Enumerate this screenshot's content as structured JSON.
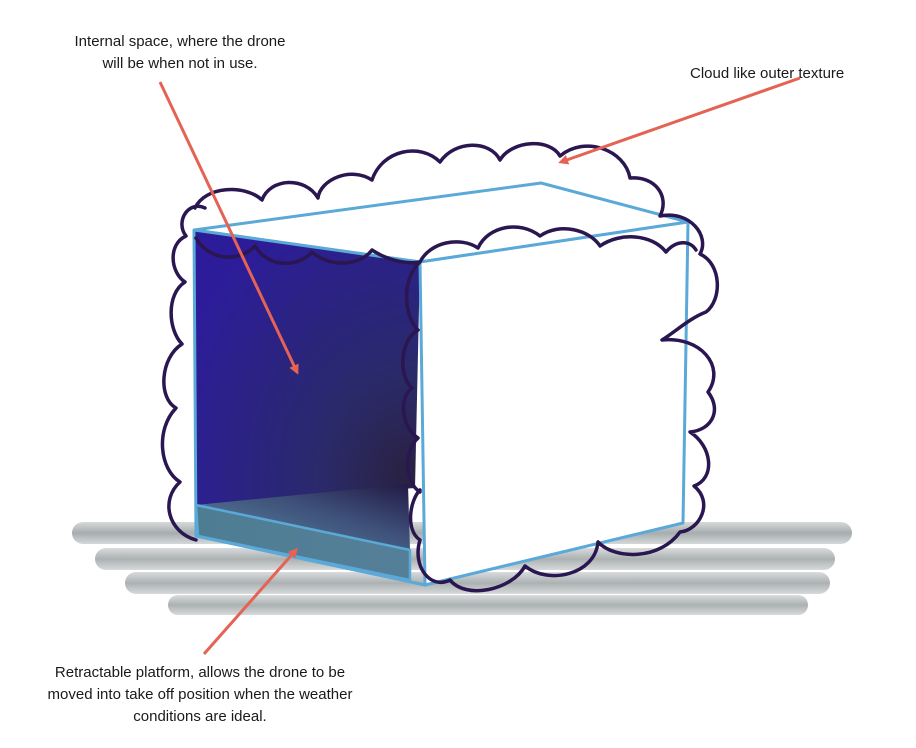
{
  "annotations": {
    "internal_space": {
      "lines": [
        "Internal space, where the drone",
        "will be when not in use."
      ]
    },
    "cloud_texture": {
      "lines": [
        "Cloud like outer texture"
      ]
    },
    "platform": {
      "lines": [
        "Retractable platform, allows the drone to be",
        "moved into take off position when the weather",
        "conditions are ideal."
      ]
    }
  },
  "colors": {
    "box_outline": "#5aa9d8",
    "cloud_stroke": "#2a1650",
    "interior_dark": "#241c7a",
    "interior_light": "#3a2fb0",
    "platform": "#4f7f95",
    "arrow": "#e46354",
    "ground": "#a7acae"
  }
}
